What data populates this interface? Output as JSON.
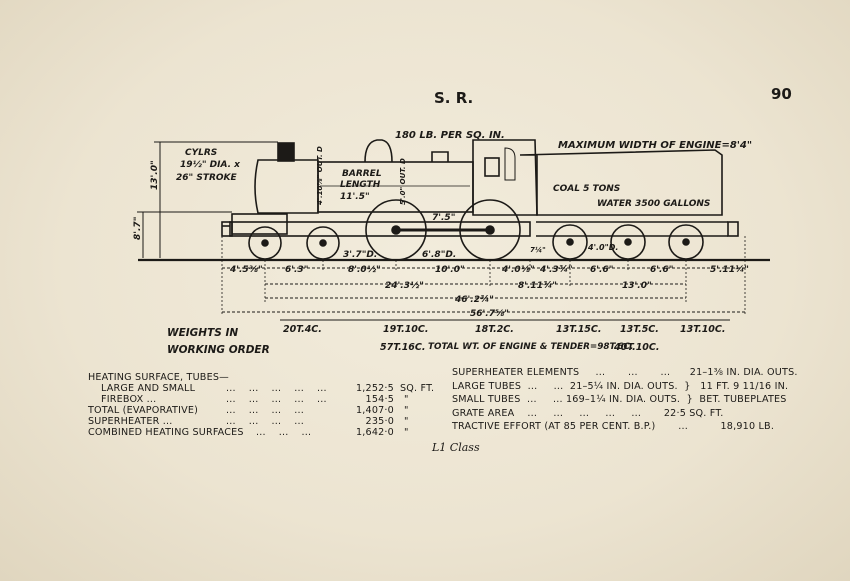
{
  "header": {
    "title": "S. R.",
    "page_number": "90"
  },
  "diagram": {
    "pressure": "180 LB. PER SQ. IN.",
    "max_width": "MAXIMUM WIDTH OF ENGINE=8'4\"",
    "cyls": [
      "CYLRS",
      "19½\" DIA. x",
      "26\" STROKE"
    ],
    "barrel": [
      "BARREL",
      "LENGTH",
      "11'.5\""
    ],
    "boiler_dia_front": "4'.10⅞\" OUT. D",
    "boiler_dia_rear": "5'.0\" OUT. D",
    "firebox_len": "7'.5\"",
    "coal": "COAL 5 TONS",
    "water": "WATER 3500 GALLONS",
    "height_total": "13'.0\"",
    "height_boiler": "8'.7\"",
    "wheel_bogie": "3'.7\"D.",
    "wheel_driving": "6'.8\"D.",
    "wheel_tender": "4'.0\"D.",
    "dim_row1": [
      "4'.5⅜\"",
      "6'.3\"",
      "8'.0½\"",
      "10'.0\"",
      "4'.0⅛\"",
      "4'.3¾\"",
      "6'.6\"",
      "6'.6\"",
      "5'.11¼\""
    ],
    "dim_row2_a": "24'.3½\"",
    "dim_row2_b": "8'.11¾\"",
    "dim_row2_c": "13'.0\"",
    "dim_row3": "46'.2¾\"",
    "dim_row4": "56'.7⅝\"",
    "dim_small": "7¼\""
  },
  "weights": {
    "title_line1": "WEIGHTS  IN",
    "title_line2": "WORKING ORDER",
    "axle": [
      "20T.4C.",
      "19T.10C.",
      "18T.2C.",
      "13T.15C.",
      "13T.5C.",
      "13T.10C."
    ],
    "engine_total": "57T.16C.",
    "total_label": "TOTAL WT. OF ENGINE & TENDER=98T.6C.",
    "tender_total": "40T.10C."
  },
  "specs_left": [
    {
      "label": "HEATING SURFACE, TUBES—",
      "dots": "",
      "value": "",
      "unit": ""
    },
    {
      "label": "    LARGE AND SMALL",
      "dots": "...    ...    ...    ...    ...",
      "value": "1,252·5",
      "unit": "SQ. FT."
    },
    {
      "label": "    FIREBOX ...",
      "dots": "...    ...    ...    ...    ...",
      "value": "154·5",
      "unit": "\""
    },
    {
      "label": "TOTAL (EVAPORATIVE)",
      "dots": "...    ...    ...    ...",
      "value": "1,407·0",
      "unit": "\""
    },
    {
      "label": "SUPERHEATER ...",
      "dots": "...    ...    ...    ...",
      "value": "235·0",
      "unit": "\""
    },
    {
      "label": "COMBINED HEATING SURFACES",
      "dots": "...    ...    ...",
      "value": "1,642·0",
      "unit": "\""
    }
  ],
  "specs_right": [
    {
      "text": "SUPERHEATER ELEMENTS     ...       ...       ...      21–1⅜ IN. DIA. OUTS."
    },
    {
      "text": "LARGE TUBES  ...     ...  21–5¼ IN. DIA. OUTS.  }   11 FT. 9 11/16 IN."
    },
    {
      "text": "SMALL TUBES  ...     ... 169–1¼ IN. DIA. OUTS.  }  BET. TUBEPLATES"
    },
    {
      "text": "GRATE AREA    ...     ...     ...     ...     ...       22·5 SQ. FT."
    },
    {
      "text": "TRACTIVE EFFORT (AT 85 PER CENT. B.P.)       ...          18,910 LB."
    }
  ],
  "caption": "L1 Class"
}
